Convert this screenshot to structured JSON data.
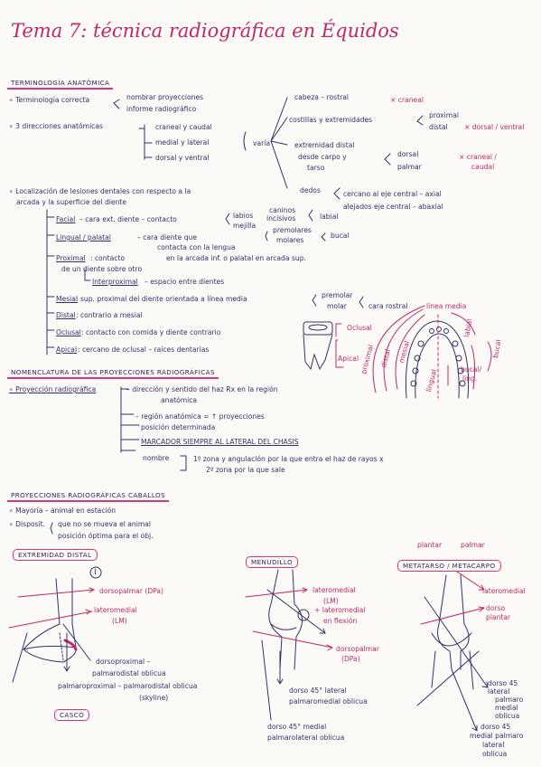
{
  "title": "Tema 7: técnica radiográfica en Équidos",
  "terminologia": {
    "header": "TERMINOLOGÍA ANATÓMICA",
    "l1a": "∘ Terminología correcta",
    "l1b": "nombrar proyecciones",
    "l1c": "informe radiográfico",
    "l2a": "∘ 3 direcciones anatómicas",
    "dir1": "craneal y caudal",
    "dir2": "medial y lateral",
    "dir3": "dorsal y ventral",
    "varia": "varía",
    "r1": "cabeza – rostral",
    "r1x": "× craneal",
    "r2": "costillas y extremidades",
    "r2a": "proximal",
    "r2b": "distal",
    "r2x": "× dorsal / ventral",
    "r3": "extremidad distal",
    "r3b": "desde carpo y",
    "r3c": "tarso",
    "r3d": "dorsal",
    "r3e": "palmar",
    "r3x": "× craneal /",
    "r3y": "caudal",
    "r4": "dedos",
    "r4a": "cercano al eje central – axial",
    "r4b": "alejados eje central – abaxial"
  },
  "lesiones": {
    "l1": "∘ Localización de lesiones dentales con respecto a la",
    "l2": "arcada y la superficie del diente",
    "facial": "Facial",
    "facial_t": "– cara ext. diente – contacto",
    "labios": "labios",
    "mejilla": "mejilla",
    "caninos": "caninos",
    "incisivos": "incisivos",
    "labial": "labial",
    "premolares": "premolares",
    "molares": "molares",
    "bucal": "bucal",
    "lingual": "Lingual / palatal",
    "lingual_t": "– cara diente que",
    "lingual_t2": "contacta con la lengua",
    "proximal": "Proximal",
    "proximal_t": ": contacto",
    "proximal_t2": "en la arcada inf. o palatal en arcada sup.",
    "proximal_t3": "de un diente sobre otro",
    "interproximal": "Interproximal",
    "interproximal_t": "– espacio entre dientes",
    "mesial": "Mesial",
    "mesial_t": ": sup. proximal del diente orientada a línea media",
    "mesial_a": "premolar",
    "mesial_b": "molar",
    "mesial_c": "cara rostral",
    "linea_media": "línea media",
    "distal": "Distal",
    "distal_t": ": contrario a mesial",
    "oclusal": "Oclusal",
    "oclusal_t": ": contacto con comida y diente contrario",
    "apical": "Apical",
    "apical_t": ": cercano de oclusal – raíces dentarias",
    "d_oclusal": "Oclusal",
    "d_apical": "Apical",
    "d_labial": "labial",
    "d_proximal": "proximal",
    "d_distal": "distal",
    "d_mesial": "mesial",
    "d_bucal": "bucal",
    "d_bucal2": "bucal/",
    "d_bucal3": "ling.",
    "d_lingual": "lingual"
  },
  "nomenclatura": {
    "header": "NOMENCLATURA DE LAS PROYECCIONES RADIOGRÁFICAS",
    "l1": "∘ Proyección radiográfica",
    "a1": "– dirección y sentido del haz Rx en la región",
    "a1b": "anatómica",
    "a2": "– región anatómica = ↑ proyecciones",
    "a2b": "posición determinada",
    "a3": "MARCADOR SIEMPRE AL LATERAL DEL CHASIS",
    "nombre": "nombre",
    "n1": "1º zona y angulación por la que entra el haz de rayos x",
    "n2": "2º zona por la que sale"
  },
  "caballos": {
    "header": "PROYECCIONES RADIOGRÁFICAS CABALLOS",
    "l1": "∘ Mayoría – animal en estación",
    "l2": "∘ Disposit.",
    "l2a": "que no se mueva el animal",
    "l2b": "posición óptima para el obj."
  },
  "extremidad": {
    "header": "EXTREMIDAD DISTAL",
    "num": "I",
    "p1": "dorsopalmar (DPa)",
    "p2": "lateromedial",
    "p2b": "(LM)",
    "p3": "dorsoproximal –",
    "p3b": "palmarodistal oblicua",
    "p4": "palmaroproximal – palmarodistal oblicua",
    "p4b": "(skyline)",
    "casco": "CASCO"
  },
  "menudillo": {
    "header": "MENUDILLO",
    "p1": "lateromedial",
    "p1b": "(LM)",
    "p2": "+ lateromedial",
    "p2b": "en flexión",
    "p3": "dorsopalmar",
    "p3b": "(DPa)",
    "p4": "dorso 45° lateral",
    "p4b": "palmaromedial oblicua",
    "p5": "dorso 45° medial",
    "p5b": "palmarolateral oblicua"
  },
  "metatarso": {
    "header": "METATARSO / METACARPO",
    "plantar": "plantar",
    "palmar": "palmar",
    "p1": "lateromedial",
    "p2": "dorso",
    "p2b": "plantar",
    "p3": "dorso 45",
    "p3b": "lateral",
    "p3c": "palmaro",
    "p3d": "medial",
    "p3e": "oblicua",
    "p4": "dorso 45",
    "p4b": "medial palmaro",
    "p4c": "lateral",
    "p4d": "oblicua"
  },
  "colors": {
    "ink": "#35306a",
    "accent": "#c0286a",
    "box": "#d8367d"
  }
}
